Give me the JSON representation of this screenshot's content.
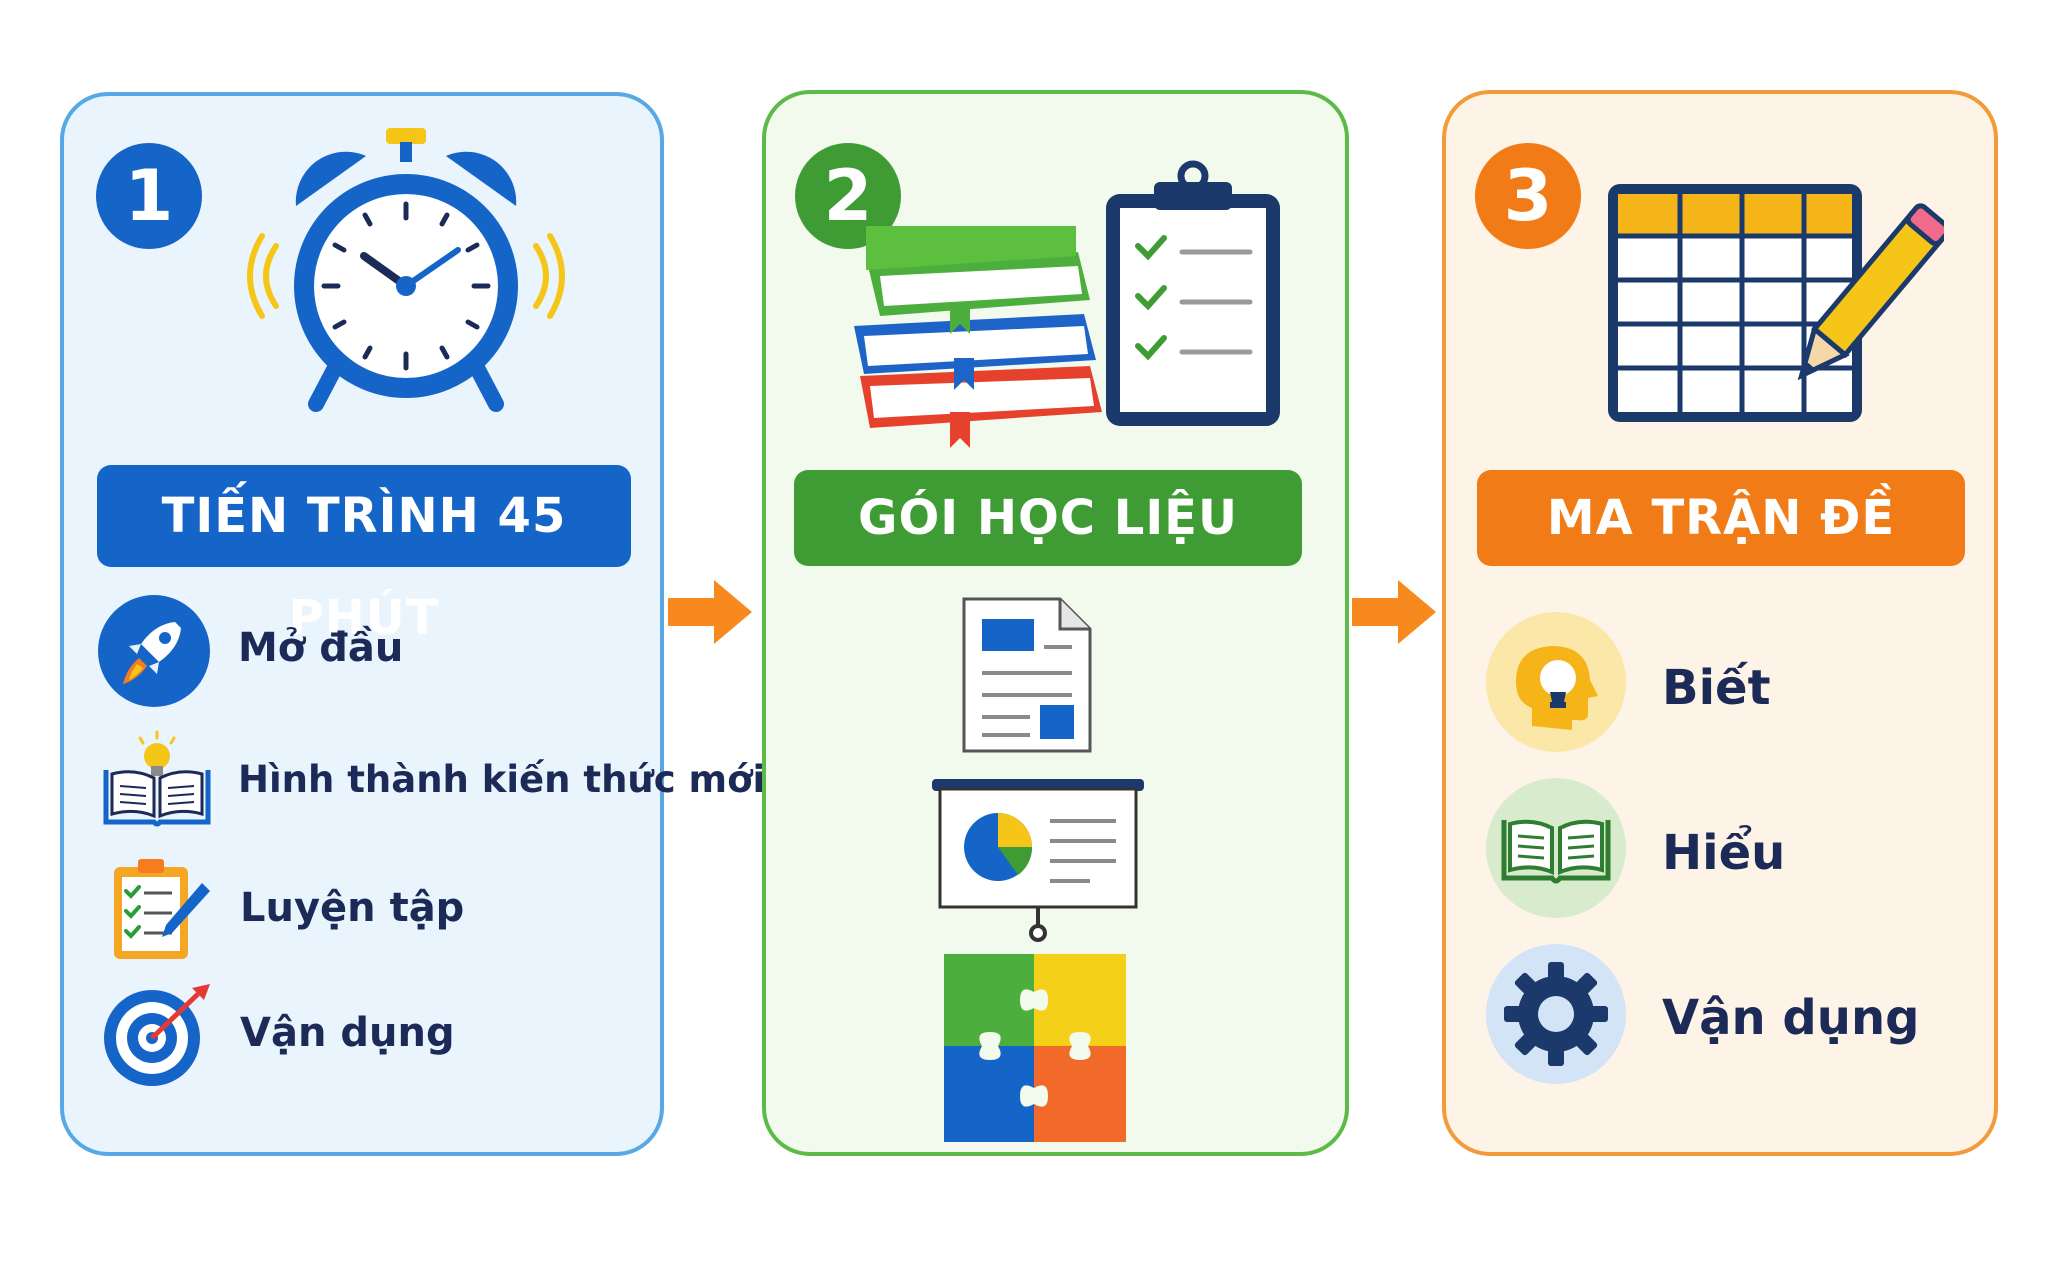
{
  "panels": [
    {
      "number": "1",
      "title": "TIẾN TRÌNH 45 PHÚT",
      "items": [
        "Mở đầu",
        "Hình thành kiến thức mới",
        "Luyện tập",
        "Vận dụng"
      ]
    },
    {
      "number": "2",
      "title": "GÓI HỌC LIỆU"
    },
    {
      "number": "3",
      "title": "MA TRẬN ĐỀ",
      "items": [
        "Biết",
        "Hiểu",
        "Vận dụng"
      ]
    }
  ],
  "colors": {
    "blue": "#1565c8",
    "green": "#3f9c35",
    "orange": "#f07b17",
    "arrow": "#f7891f",
    "text_dark": "#1b2a57"
  },
  "icons": {
    "panel1": [
      "alarm-clock-icon",
      "rocket-icon",
      "open-book-lightbulb-icon",
      "clipboard-pencil-icon",
      "target-arrow-icon"
    ],
    "panel2": [
      "books-stack-icon",
      "checklist-clipboard-icon",
      "document-icon",
      "presentation-board-icon",
      "puzzle-icon"
    ],
    "panel3": [
      "table-pencil-icon",
      "head-lightbulb-icon",
      "open-book-icon",
      "gear-icon"
    ]
  }
}
